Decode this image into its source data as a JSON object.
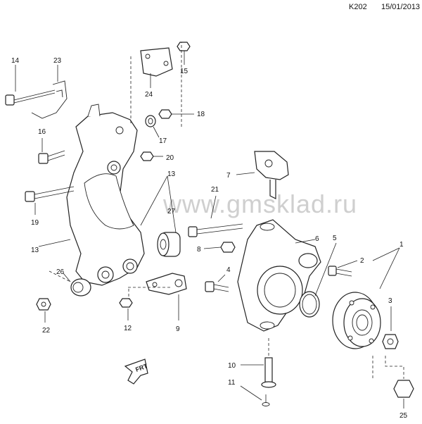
{
  "header": {
    "code": "K202",
    "date": "15/01/2013"
  },
  "watermark": "www.gmsklad.ru",
  "direction_label": "FRT",
  "callouts": {
    "c1": "1",
    "c2": "2",
    "c3": "3",
    "c4": "4",
    "c5": "5",
    "c6": "6",
    "c7": "7",
    "c8": "8",
    "c9": "9",
    "c10": "10",
    "c11": "11",
    "c12": "12",
    "c13a": "13",
    "c13b": "13",
    "c14": "14",
    "c15": "15",
    "c16": "16",
    "c17": "17",
    "c18": "18",
    "c19": "19",
    "c20": "20",
    "c21": "21",
    "c22": "22",
    "c23": "23",
    "c24": "24",
    "c25": "25",
    "c26": "26",
    "c27": "27"
  }
}
